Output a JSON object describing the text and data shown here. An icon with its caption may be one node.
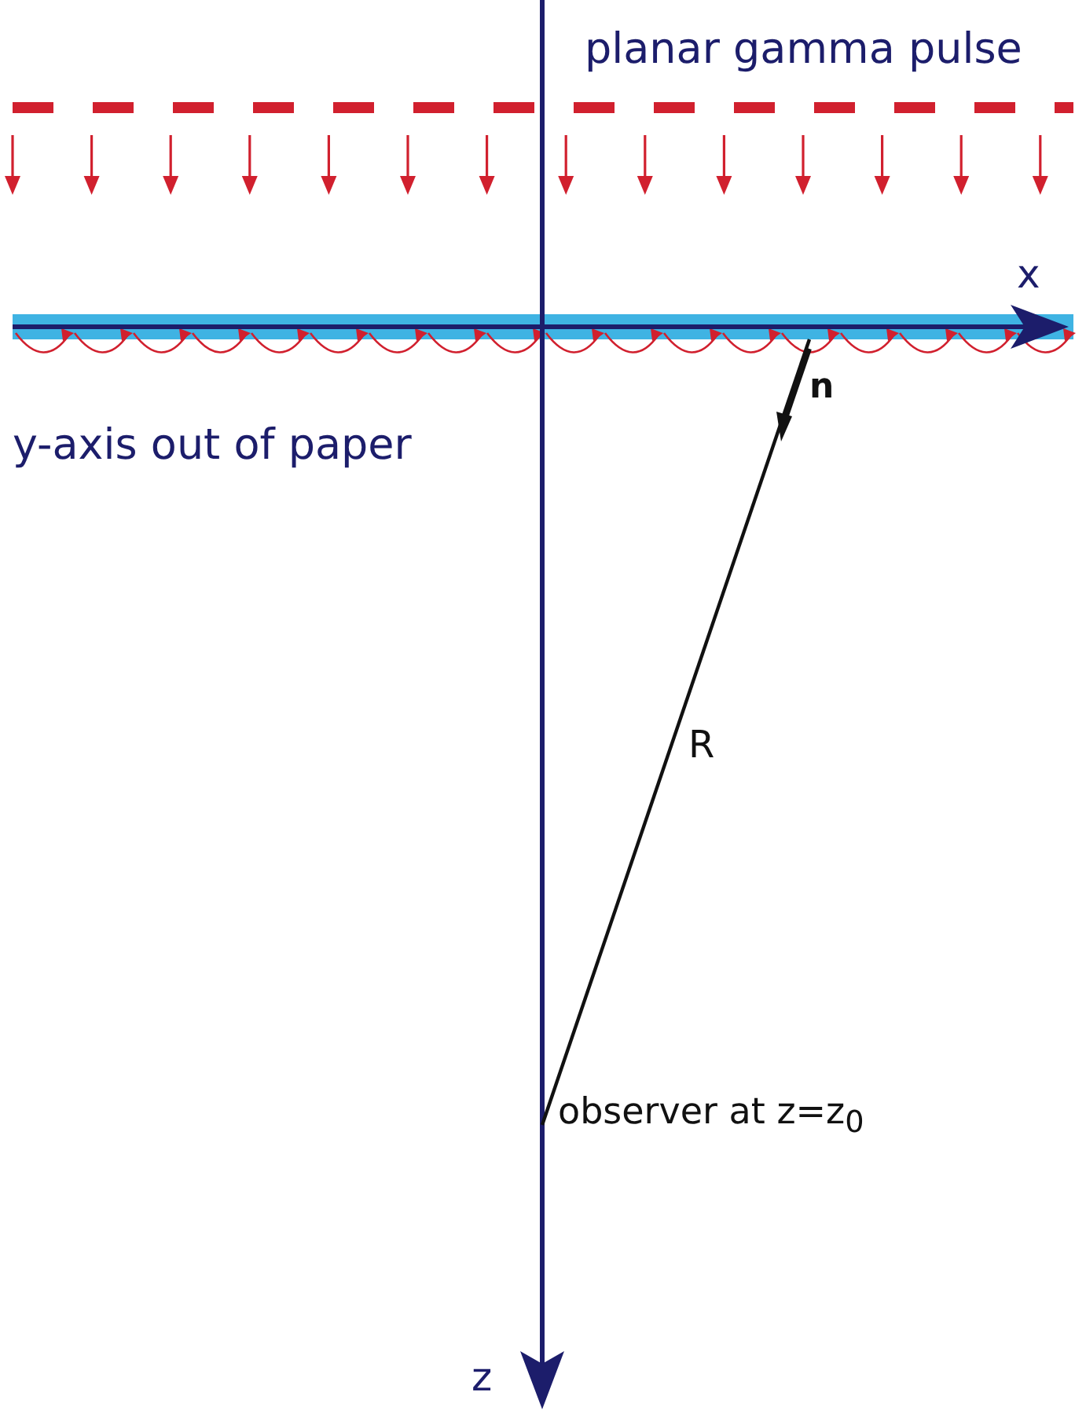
{
  "diagram": {
    "nodes": [
      {
        "text": [],
        "shape": "bar"
      },
      {
        "text": [
          "observer at z=z$_{0}$"
        ]
      }
    ],
    "edges": [
      {
        "from": 0,
        "to": 1,
        "arrow": "none",
        "label": "R"
      }
    ],
    "labels": [
      "planar gamma pulse",
      "x",
      "y-axis out of paper",
      "n",
      "z"
    ]
  }
}
